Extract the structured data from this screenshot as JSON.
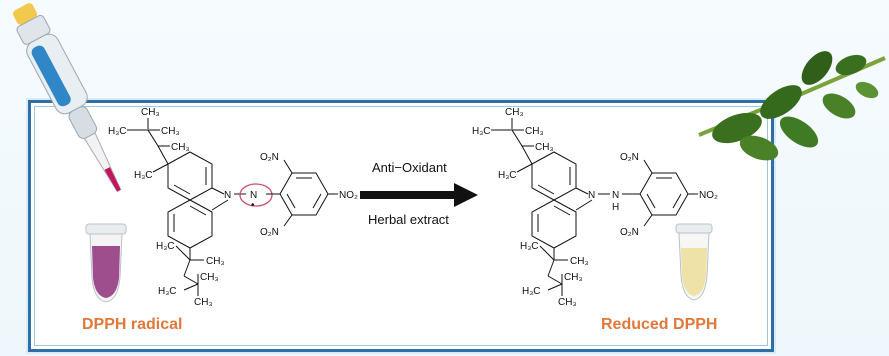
{
  "labels": {
    "left": "DPPH radical",
    "right": "Reduced DPPH",
    "arrow_top": "Anti−Oxidant",
    "arrow_bottom": "Herbal extract"
  },
  "left_structure": {
    "ch3_top": "CH₃",
    "h3c_a": "H₃C",
    "ch3_a": "CH₃",
    "ch3_b": "CH₃",
    "h3c_b": "H₃C",
    "n1": "N",
    "n2": "N",
    "radical_dot": "•",
    "o2n_top": "O₂N",
    "no2_right": "NO₂",
    "o2n_bottom": "O₂N",
    "h3c_c": "H₃C",
    "ch3_c": "CH₃",
    "ch3_d": "CH₃",
    "h3c_d": "H₃C",
    "ch3_e": "CH₃"
  },
  "right_structure": {
    "ch3_top": "CH₃",
    "h3c_a": "H₃C",
    "ch3_a": "CH₃",
    "ch3_b": "CH₃",
    "h3c_b": "H₃C",
    "n1": "N",
    "nh": "N",
    "h": "H",
    "o2n_top": "O₂N",
    "no2_right": "NO₂",
    "o2n_bottom": "O₂N",
    "h3c_c": "H₃C",
    "ch3_c": "CH₃",
    "ch3_d": "CH₃",
    "h3c_d": "H₃C",
    "ch3_e": "CH₃"
  },
  "colors": {
    "frame": "#2f6fa8",
    "label": "#e0783a",
    "purple_solution": "#8e2f7a",
    "yellow_solution": "#efe2a6",
    "leaf": "#3f7a24"
  }
}
